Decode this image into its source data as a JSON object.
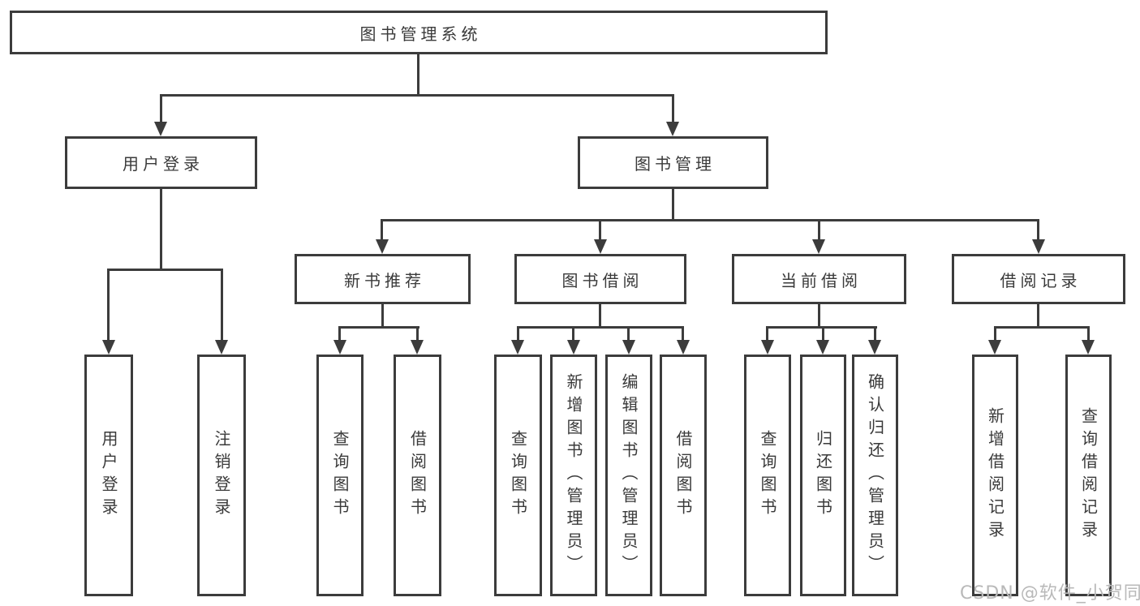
{
  "diagram": {
    "title": {
      "label": "图书管理系统"
    },
    "level2": [
      {
        "label": "用户登录"
      },
      {
        "label": "图书管理"
      }
    ],
    "level3": [
      {
        "label": "新书推荐"
      },
      {
        "label": "图书借阅"
      },
      {
        "label": "当前借阅"
      },
      {
        "label": "借阅记录"
      }
    ],
    "leaves": [
      {
        "label": "用户登录"
      },
      {
        "label": "注销登录"
      },
      {
        "label": "查询图书"
      },
      {
        "label": "借阅图书"
      },
      {
        "label": "查询图书"
      },
      {
        "label": "新增图书（管理员）"
      },
      {
        "label": "编辑图书（管理员）"
      },
      {
        "label": "借阅图书"
      },
      {
        "label": "查询图书"
      },
      {
        "label": "归还图书"
      },
      {
        "label": "确认归还（管理员）"
      },
      {
        "label": "新增借阅记录"
      },
      {
        "label": "查询借阅记录"
      }
    ],
    "watermark": {
      "label": "CSDN @软件_小贺同学"
    },
    "colors": {
      "line": "#3c3c3c",
      "text": "#3a3a3a",
      "watermark": "#b9b9b9",
      "background": "#ffffff"
    }
  }
}
